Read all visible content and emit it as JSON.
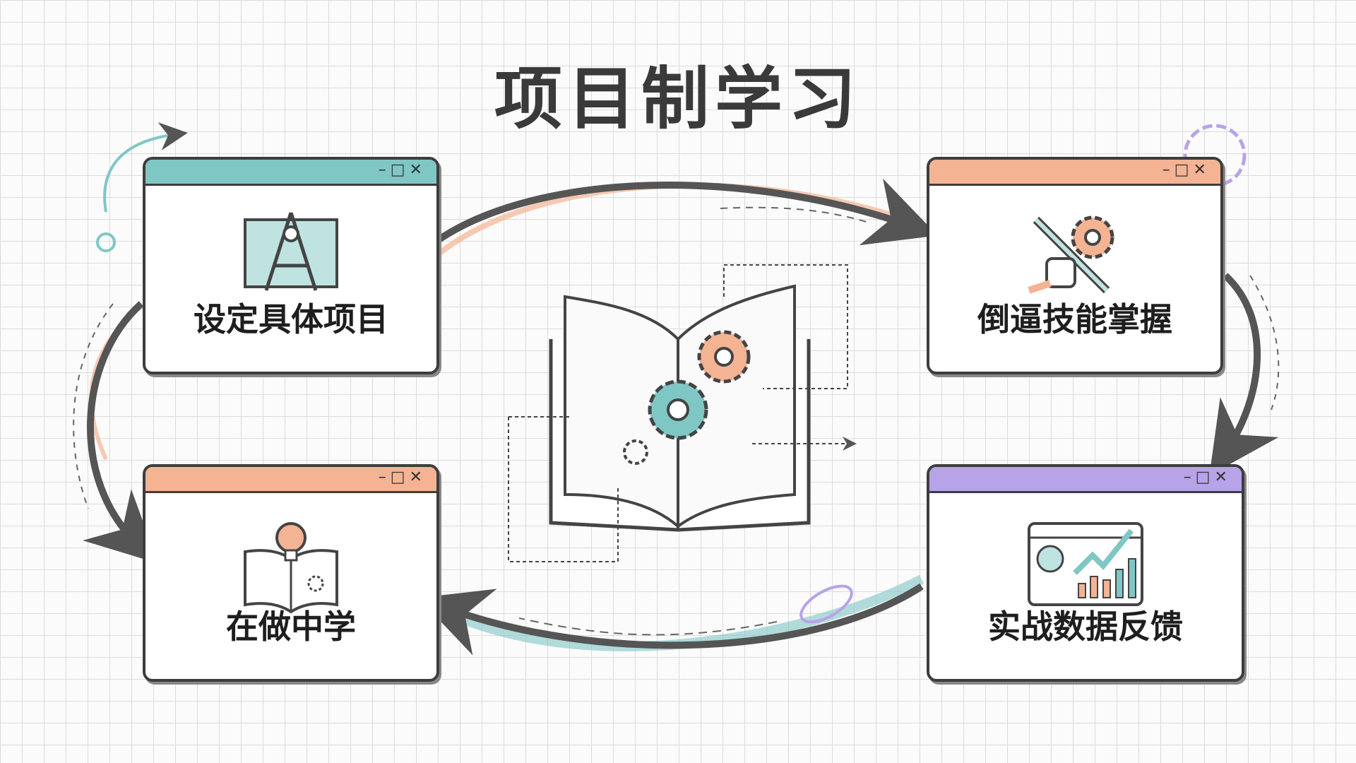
{
  "title": "项目制学习",
  "colors": {
    "teal": "#7fc7c4",
    "orange": "#f4b393",
    "purple": "#b7a3e8",
    "ink": "#3d3d3d"
  },
  "window_controls": "–□✕",
  "steps": [
    {
      "label": "设定具体项目",
      "icon": "blueprint-compass-icon",
      "accent": "#7fc7c4"
    },
    {
      "label": "倒逼技能掌握",
      "icon": "wrench-gear-hand-icon",
      "accent": "#f4b393"
    },
    {
      "label": "实战数据反馈",
      "icon": "analytics-dashboard-icon",
      "accent": "#b7a3e8"
    },
    {
      "label": "在做中学",
      "icon": "book-lightbulb-icon",
      "accent": "#f4b393"
    }
  ],
  "center_icon": "open-book-gears-icon"
}
